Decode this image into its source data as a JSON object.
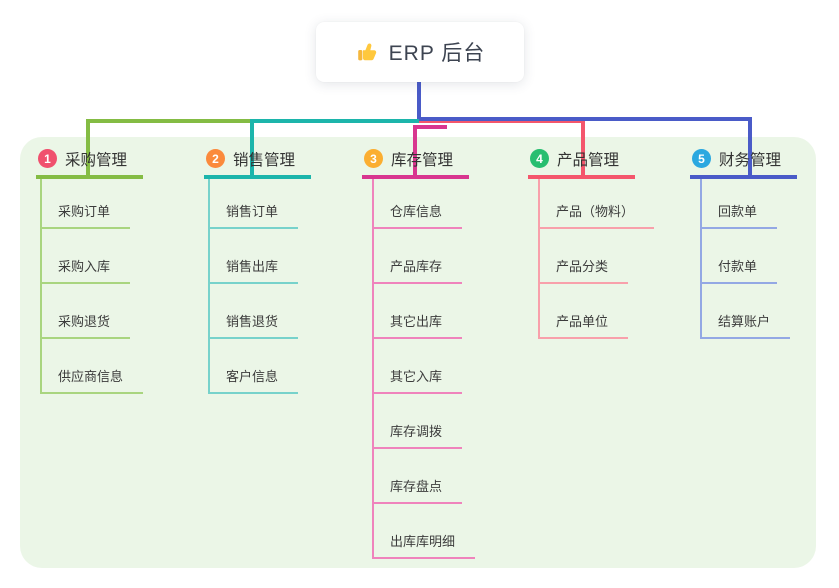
{
  "root": {
    "label": "ERP 后台",
    "icon": "thumbs-up-icon"
  },
  "colors": {
    "panel_bg": "#EBF6E7",
    "root_stem": "#4A5BC8",
    "thumb_yellow": "#FFC83D",
    "thumb_cuff": "#F5A623"
  },
  "branches": [
    {
      "badge": "1",
      "badge_color": "#F0506E",
      "title": "采购管理",
      "line_color": "#84BC44",
      "child_line_color": "#A9D57F",
      "children": [
        "采购订单",
        "采购入库",
        "采购退货",
        "供应商信息"
      ]
    },
    {
      "badge": "2",
      "badge_color": "#FB8A3C",
      "title": "销售管理",
      "line_color": "#1CB5AB",
      "child_line_color": "#77D2CB",
      "children": [
        "销售订单",
        "销售出库",
        "销售退货",
        "客户信息"
      ]
    },
    {
      "badge": "3",
      "badge_color": "#FBAE31",
      "title": "库存管理",
      "line_color": "#D8368F",
      "child_line_color": "#EF83BC",
      "children": [
        "仓库信息",
        "产品库存",
        "其它出库",
        "其它入库",
        "库存调拨",
        "库存盘点",
        "出库库明细"
      ]
    },
    {
      "badge": "4",
      "badge_color": "#27BE70",
      "title": "产品管理",
      "line_color": "#F4566C",
      "child_line_color": "#F8A0AB",
      "children": [
        "产品（物料）",
        "产品分类",
        "产品单位"
      ]
    },
    {
      "badge": "5",
      "badge_color": "#2BA8E0",
      "title": "财务管理",
      "line_color": "#4A5BC8",
      "child_line_color": "#93A8E4",
      "children": [
        "回款单",
        "付款单",
        "结算账户"
      ]
    }
  ]
}
